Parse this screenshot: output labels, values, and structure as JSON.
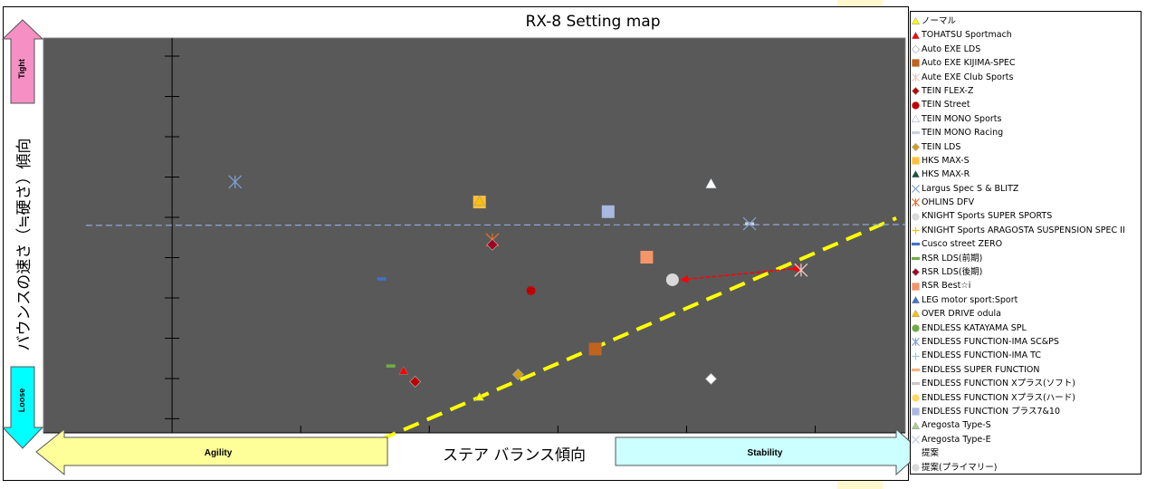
{
  "chart_data": {
    "type": "scatter",
    "title": "RX-8 Setting map",
    "xlabel": "ステア バランス傾向",
    "ylabel": "バウンスの速さ（≒硬さ）傾向",
    "xlim": [
      -1.0,
      5.7
    ],
    "ylim": [
      -0.35,
      9.45
    ],
    "grid": false,
    "plot_background": "#595959",
    "legend_position": "right",
    "annotations": {
      "tight": "Tight",
      "loose": "Loose",
      "agility": "Agility",
      "stability": "Stability"
    },
    "series": [
      {
        "name": "ノーマル",
        "marker": "triangle",
        "color": "#ffff00",
        "points": [
          [
            2.39,
            0.54
          ]
        ]
      },
      {
        "name": "TOHATSU Sportmach",
        "marker": "triangle",
        "color": "#ff0000",
        "points": [
          [
            1.8,
            1.19
          ]
        ]
      },
      {
        "name": "Auto EXE LDS",
        "marker": "diamond",
        "color": "#ffffff",
        "points": [
          [
            4.19,
            0.99
          ]
        ]
      },
      {
        "name": "Auto EXE KIJIMA-SPEC",
        "marker": "square",
        "color": "#c0631f",
        "points": [
          [
            3.29,
            1.73
          ]
        ]
      },
      {
        "name": "Aute EXE Club Sports",
        "marker": "asterisk",
        "color": "#e8c8c0",
        "points": [
          [
            4.89,
            3.69
          ]
        ]
      },
      {
        "name": "TEIN  FLEX-Z",
        "marker": "diamond",
        "color": "#c00000",
        "points": [
          [
            1.89,
            0.92
          ]
        ]
      },
      {
        "name": "TEIN  Street",
        "marker": "circle",
        "color": "#c00000",
        "points": [
          [
            2.79,
            3.18
          ]
        ]
      },
      {
        "name": "TEIN  MONO Sports",
        "marker": "triangle",
        "color": "#ffffff",
        "points": [
          [
            4.19,
            5.83
          ]
        ]
      },
      {
        "name": "TEIN  MONO Racing",
        "marker": "dash",
        "color": "#c8d0e0",
        "points": [
          [
            4.49,
            4.84
          ]
        ]
      },
      {
        "name": "TEIN LDS",
        "marker": "diamond",
        "color": "#d4a017",
        "points": [
          [
            2.69,
            1.1
          ]
        ]
      },
      {
        "name": "HKS MAX-S",
        "marker": "square",
        "color": "#ffc040",
        "points": [
          [
            2.39,
            5.38
          ]
        ]
      },
      {
        "name": "HKS MAX-R",
        "marker": "triangle",
        "color": "#1f4e3d",
        "points": []
      },
      {
        "name": "Largus Spec S & BLITZ",
        "marker": "x",
        "color": "#7f9fcf",
        "points": [
          [
            4.49,
            4.84
          ]
        ]
      },
      {
        "name": "OHLINS DFV",
        "marker": "asterisk",
        "color": "#e07030",
        "points": [
          [
            2.49,
            4.44
          ]
        ]
      },
      {
        "name": "KNIGHT Sports SUPER SPORTS",
        "marker": "circle",
        "color": "#d9d9d9",
        "points": [
          [
            3.89,
            3.45
          ]
        ]
      },
      {
        "name": "KNIGHT Sports ARAGOSTA SUSPENSION SPEC II",
        "marker": "plus",
        "color": "#ffc000",
        "points": []
      },
      {
        "name": "Cusco street ZERO",
        "marker": "dash",
        "color": "#4472c4",
        "points": [
          [
            1.63,
            3.47
          ]
        ]
      },
      {
        "name": "RSR  LDS(前期)",
        "marker": "dash",
        "color": "#70ad47",
        "points": [
          [
            1.7,
            1.31
          ]
        ]
      },
      {
        "name": "RSR  LDS(後期)",
        "marker": "diamond",
        "color": "#a00020",
        "points": [
          [
            2.49,
            4.32
          ]
        ]
      },
      {
        "name": "RSR   Best☆i",
        "marker": "square",
        "color": "#f4956a",
        "points": [
          [
            3.69,
            4.01
          ]
        ]
      },
      {
        "name": "LEG motor sport:Sport",
        "marker": "triangle",
        "color": "#4472c4",
        "points": []
      },
      {
        "name": "OVER DRIVE odula",
        "marker": "triangle",
        "color": "#ffc000",
        "points": [
          [
            2.39,
            5.4
          ]
        ]
      },
      {
        "name": "ENDLESS KATAYAMA SPL",
        "marker": "circle",
        "color": "#70ad47",
        "points": []
      },
      {
        "name": "ENDLESS FUNCTION-IMA SC&PS",
        "marker": "asterisk",
        "color": "#7f9fcf",
        "points": [
          [
            0.49,
            5.88
          ]
        ]
      },
      {
        "name": "ENDLESS FUNCTION-IMA TC",
        "marker": "plus",
        "color": "#9dc3e6",
        "points": []
      },
      {
        "name": "ENDLESS SUPER FUNCTION",
        "marker": "dash",
        "color": "#f4b183",
        "points": []
      },
      {
        "name": "ENDLESS FUNCTION Xプラス(ソフト)",
        "marker": "dash",
        "color": "#c9c9c9",
        "points": []
      },
      {
        "name": "ENDLESS FUNCTION Xプラス(ハード)",
        "marker": "circle",
        "color": "#ffd966",
        "points": []
      },
      {
        "name": "ENDLESS FUNCTION プラス7&10",
        "marker": "square",
        "color": "#a9b8e0",
        "points": [
          [
            3.39,
            5.14
          ]
        ]
      },
      {
        "name": "Aregosta  Type-S",
        "marker": "triangle",
        "color": "#a9d18e",
        "points": []
      },
      {
        "name": "Aregosta  Type-E",
        "marker": "x",
        "color": "#c0c8e0",
        "points": []
      },
      {
        "name": "提案",
        "marker": "none",
        "color": "#ffffff",
        "points": []
      },
      {
        "name": "提案(プライマリー)",
        "marker": "circle",
        "color": "#d9d9d9",
        "points": []
      }
    ],
    "reference_lines": [
      {
        "style": "dashed",
        "color": "#ffff00",
        "from": [
          1.62,
          -0.52
        ],
        "to": [
          5.63,
          4.98
        ]
      },
      {
        "style": "dashed",
        "color": "#8faadc",
        "from": [
          -0.67,
          4.8
        ],
        "to": [
          5.7,
          4.82
        ]
      }
    ],
    "arrow": {
      "color": "#ff0000",
      "from": [
        4.82,
        3.72
      ],
      "to": [
        3.96,
        3.45
      ]
    }
  }
}
